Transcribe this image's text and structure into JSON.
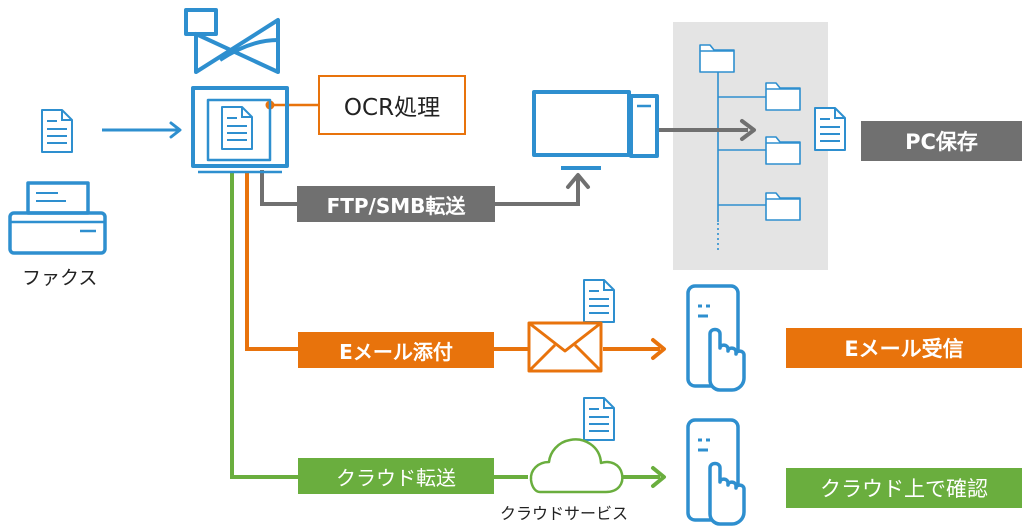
{
  "labels": {
    "ocr": "OCR処理",
    "ftp_smb": "FTP/SMB転送",
    "pc_save": "PC保存",
    "email_attach": "Eメール添付",
    "email_receive": "Eメール受信",
    "cloud_transfer": "クラウド転送",
    "cloud_confirm": "クラウド上で確認",
    "fax": "ファクス",
    "cloud_service": "クラウドサービス"
  },
  "colors": {
    "blue": "#2e8fcf",
    "orange": "#e8730c",
    "gray": "#707070",
    "green": "#6aae3e",
    "panel": "#e4e4e4"
  },
  "icons": [
    "mfp-printer-icon",
    "fax-machine-icon",
    "document-icon",
    "desktop-pc-icon",
    "folder-icon",
    "envelope-icon",
    "cloud-icon",
    "smartphone-touch-icon"
  ]
}
